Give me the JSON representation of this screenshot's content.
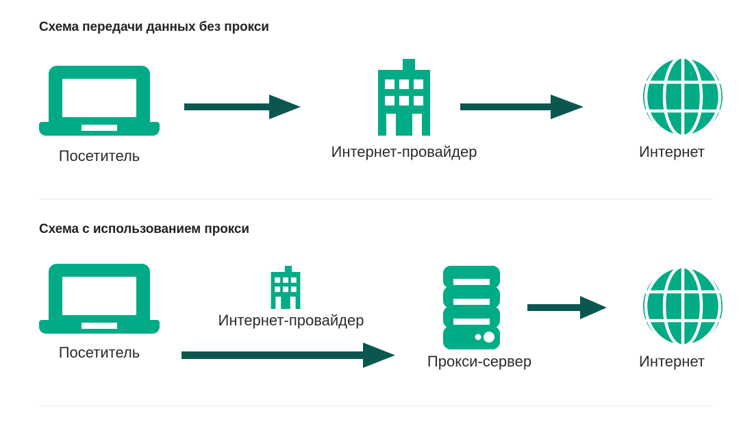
{
  "palette": {
    "green": "#00ab85",
    "arrow_teal": "#0b5750",
    "title_text": "#232323",
    "label_text": "#2b2b2b",
    "divider": "#e8e8e8",
    "background": "#ffffff"
  },
  "sections": [
    {
      "id": "no-proxy",
      "title": "Схема передачи данных без прокси",
      "nodes": [
        {
          "id": "visitor",
          "icon": "laptop-icon",
          "label": "Посетитель"
        },
        {
          "id": "isp",
          "icon": "building-icon",
          "label": "Интернет-провайдер"
        },
        {
          "id": "internet",
          "icon": "globe-icon",
          "label": "Интернет"
        }
      ],
      "arrows": [
        {
          "id": "visitor-to-isp",
          "from": "visitor",
          "to": "isp"
        },
        {
          "id": "isp-to-internet",
          "from": "isp",
          "to": "internet"
        }
      ]
    },
    {
      "id": "with-proxy",
      "title": "Схема с использованием прокси",
      "nodes": [
        {
          "id": "visitor2",
          "icon": "laptop-icon",
          "label": "Посетитель"
        },
        {
          "id": "isp2",
          "icon": "building-icon",
          "label": "Интернет-провайдер"
        },
        {
          "id": "proxy",
          "icon": "server-icon",
          "label": "Прокси-сервер"
        },
        {
          "id": "internet2",
          "icon": "globe-icon",
          "label": "Интернет"
        }
      ],
      "arrows": [
        {
          "id": "visitor-to-proxy",
          "from": "visitor2",
          "to": "proxy"
        },
        {
          "id": "proxy-to-internet",
          "from": "proxy",
          "to": "internet2"
        }
      ]
    }
  ]
}
